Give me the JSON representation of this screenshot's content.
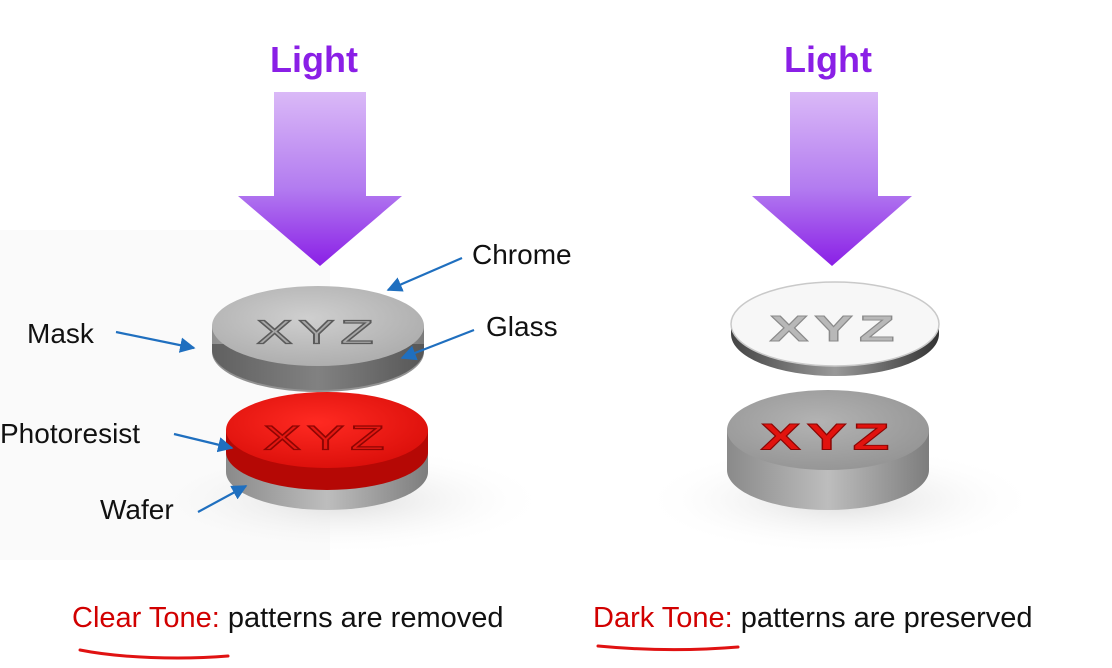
{
  "left": {
    "light_label": "Light",
    "mask_text": "XYZ",
    "resist_text": "XYZ",
    "labels": {
      "chrome": "Chrome",
      "mask": "Mask",
      "glass": "Glass",
      "photoresist": "Photoresist",
      "wafer": "Wafer"
    }
  },
  "right": {
    "light_label": "Light",
    "mask_text": "XYZ",
    "resist_text": "XYZ"
  },
  "captions": {
    "clear_tone": "Clear Tone:",
    "clear_desc": "patterns are removed",
    "dark_tone": "Dark Tone:",
    "dark_desc": "patterns are preserved"
  },
  "colors": {
    "light_text": "#8a1fe6",
    "arrow_top": "#d7b4f6",
    "arrow_bottom": "#8a1fe6",
    "pointer": "#1f6fbf",
    "photoresist": "#e0100c",
    "tone_label": "#d10000",
    "underline": "#e01212"
  }
}
